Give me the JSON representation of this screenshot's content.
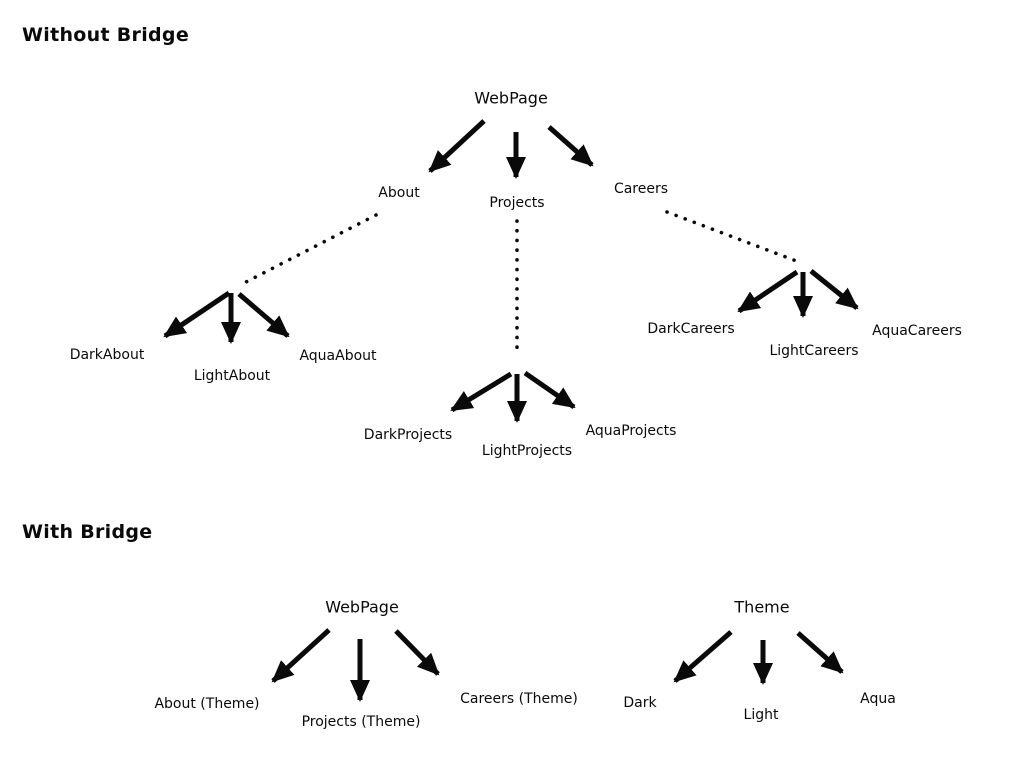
{
  "sections": {
    "without_bridge": {
      "heading": "Without Bridge",
      "nodes": {
        "webpage": "WebPage",
        "about": "About",
        "projects": "Projects",
        "careers": "Careers",
        "dark_about": "DarkAbout",
        "light_about": "LightAbout",
        "aqua_about": "AquaAbout",
        "dark_projects": "DarkProjects",
        "light_projects": "LightProjects",
        "aqua_projects": "AquaProjects",
        "dark_careers": "DarkCareers",
        "light_careers": "LightCareers",
        "aqua_careers": "AquaCareers"
      },
      "edges": [
        {
          "from": "WebPage",
          "to": "About",
          "style": "solid-arrow"
        },
        {
          "from": "WebPage",
          "to": "Projects",
          "style": "solid-arrow"
        },
        {
          "from": "WebPage",
          "to": "Careers",
          "style": "solid-arrow"
        },
        {
          "from": "About",
          "to": "DarkAbout",
          "style": "dotted-then-solid-arrow"
        },
        {
          "from": "About",
          "to": "LightAbout",
          "style": "dotted-then-solid-arrow"
        },
        {
          "from": "About",
          "to": "AquaAbout",
          "style": "dotted-then-solid-arrow"
        },
        {
          "from": "Projects",
          "to": "DarkProjects",
          "style": "dotted-then-solid-arrow"
        },
        {
          "from": "Projects",
          "to": "LightProjects",
          "style": "dotted-then-solid-arrow"
        },
        {
          "from": "Projects",
          "to": "AquaProjects",
          "style": "dotted-then-solid-arrow"
        },
        {
          "from": "Careers",
          "to": "DarkCareers",
          "style": "dotted-then-solid-arrow"
        },
        {
          "from": "Careers",
          "to": "LightCareers",
          "style": "dotted-then-solid-arrow"
        },
        {
          "from": "Careers",
          "to": "AquaCareers",
          "style": "dotted-then-solid-arrow"
        }
      ]
    },
    "with_bridge": {
      "heading": "With Bridge",
      "nodes": {
        "webpage": "WebPage",
        "about_theme": "About (Theme)",
        "projects_theme": "Projects (Theme)",
        "careers_theme": "Careers (Theme)",
        "theme": "Theme",
        "dark": "Dark",
        "light": "Light",
        "aqua": "Aqua"
      },
      "edges": [
        {
          "from": "WebPage",
          "to": "About (Theme)",
          "style": "solid-arrow"
        },
        {
          "from": "WebPage",
          "to": "Projects (Theme)",
          "style": "solid-arrow"
        },
        {
          "from": "WebPage",
          "to": "Careers (Theme)",
          "style": "solid-arrow"
        },
        {
          "from": "Theme",
          "to": "Dark",
          "style": "solid-arrow"
        },
        {
          "from": "Theme",
          "to": "Light",
          "style": "solid-arrow"
        },
        {
          "from": "Theme",
          "to": "Aqua",
          "style": "solid-arrow"
        }
      ]
    }
  },
  "colors": {
    "background": "#ffffff",
    "ink": "#0a0a0a"
  }
}
